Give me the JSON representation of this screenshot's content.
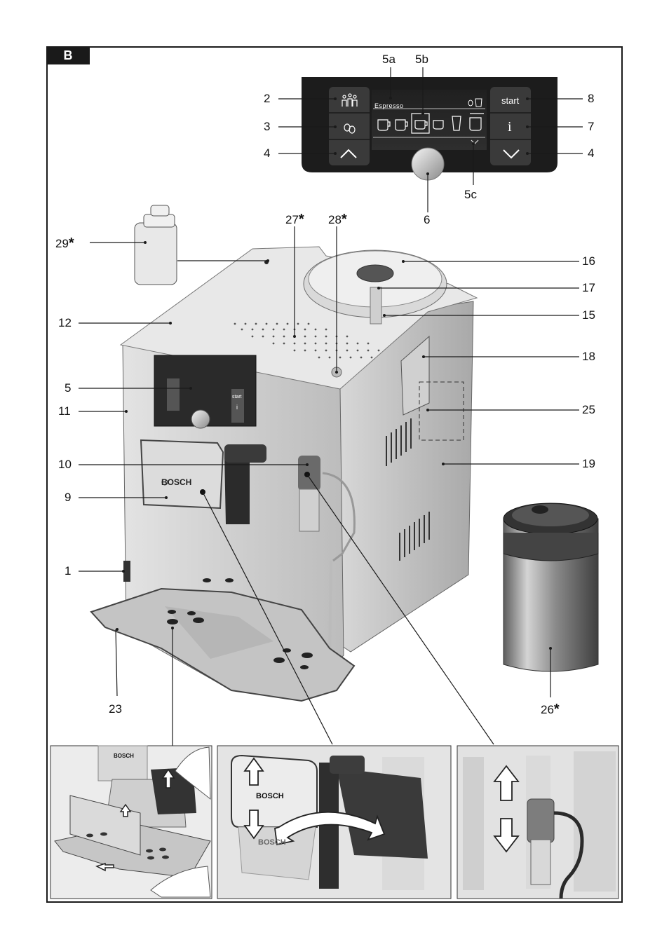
{
  "figure_tag": "B",
  "control_panel": {
    "display_text": "Espresso",
    "start_label": "start",
    "info_label": "i"
  },
  "machine": {
    "brand": "BOSCH",
    "mini_start_label": "start",
    "mini_info_label": "i"
  },
  "callouts": {
    "c1": "1",
    "c2": "2",
    "c3": "3",
    "c4_left": "4",
    "c4_right": "4",
    "c5": "5",
    "c5a": "5a",
    "c5b": "5b",
    "c5c": "5c",
    "c6": "6",
    "c7": "7",
    "c8": "8",
    "c9": "9",
    "c10": "10",
    "c11": "11",
    "c12": "12",
    "c15": "15",
    "c16": "16",
    "c17": "17",
    "c18": "18",
    "c19": "19",
    "c23": "23",
    "c25": "25",
    "c26": "26",
    "c27": "27",
    "c28": "28",
    "c29": "29",
    "asterisk": "*"
  },
  "inset_panels": {
    "left_brand": "BOSCH",
    "middle_brand": "BOSCH",
    "middle_brand_shadow": "BOSCH"
  },
  "colors": {
    "panel_black": "#1c1c1c",
    "machine_silver": "#c9c9c9",
    "machine_top": "#e6e6e6",
    "line": "#1a1a1a"
  }
}
